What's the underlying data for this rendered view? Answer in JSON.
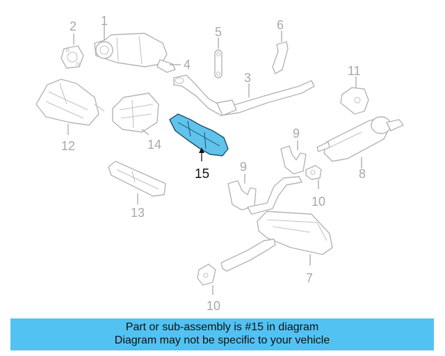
{
  "diagram": {
    "highlighted_part": "15",
    "highlight_color": "#5fc3ec",
    "callouts": {
      "c1": "1",
      "c2": "2",
      "c3": "3",
      "c4": "4",
      "c5": "5",
      "c6": "6",
      "c7": "7",
      "c8": "8",
      "c9a": "9",
      "c9b": "9",
      "c10a": "10",
      "c10b": "10",
      "c11": "11",
      "c12": "12",
      "c13": "13",
      "c14": "14",
      "c15": "15"
    }
  },
  "banner": {
    "line1": "Part or sub-assembly is #15 in diagram",
    "line2": "Diagram may not be specific to your vehicle",
    "background": "#52c2f3"
  }
}
